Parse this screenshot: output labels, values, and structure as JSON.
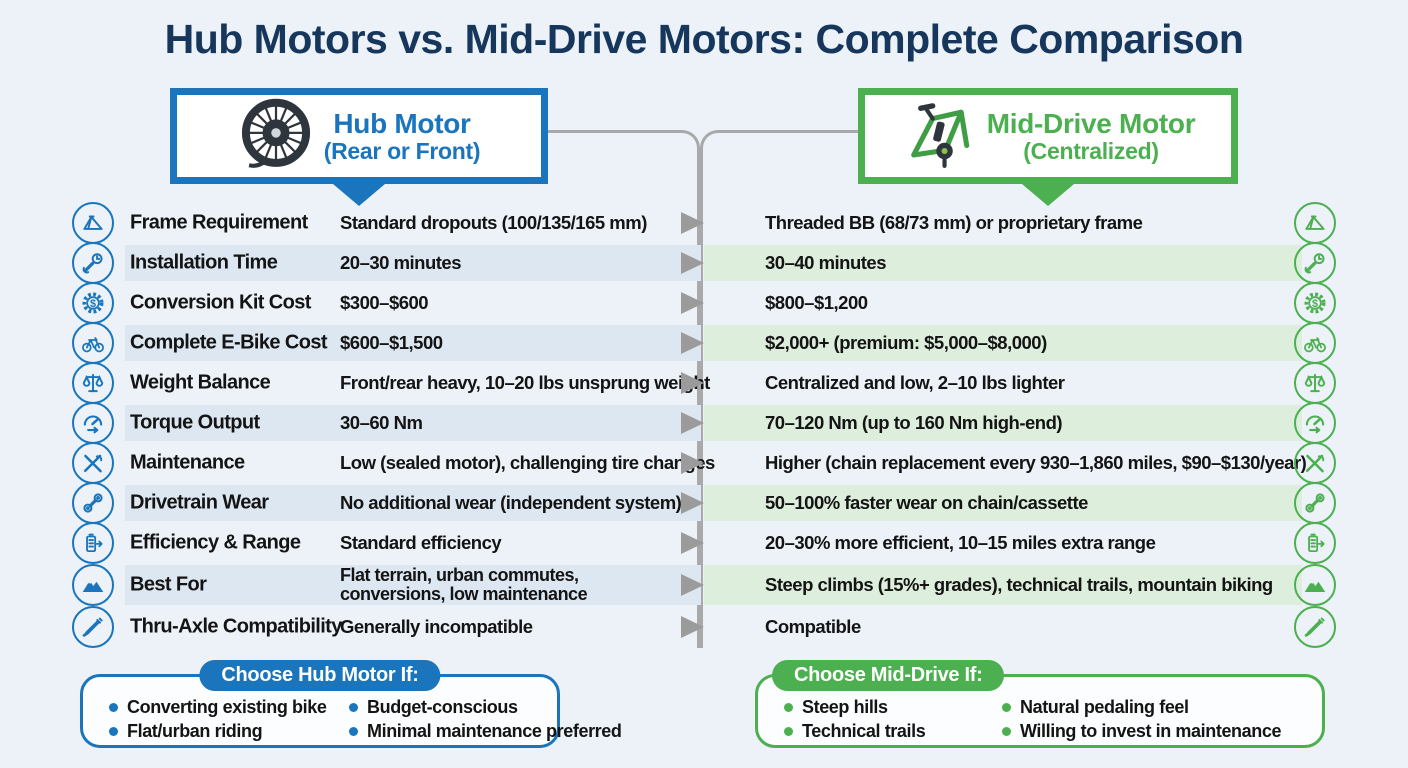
{
  "title": "Hub Motors vs. Mid-Drive Motors: Complete Comparison",
  "columns": {
    "hub": {
      "title": "Hub Motor",
      "subtitle": "(Rear or Front)",
      "icon": "hub-motor-wheel-icon",
      "color": "#1a75bc"
    },
    "mid": {
      "title": "Mid-Drive Motor",
      "subtitle": "(Centralized)",
      "icon": "mid-drive-bike-icon",
      "color": "#4caf50"
    }
  },
  "rows": [
    {
      "icon": "bike-frame-icon",
      "label": "Frame Requirement",
      "hub": "Standard dropouts (100/135/165 mm)",
      "mid": "Threaded BB (68/73 mm) or proprietary frame"
    },
    {
      "icon": "wrench-clock-icon",
      "label": "Installation Time",
      "hub": "20–30 minutes",
      "mid": "30–40 minutes"
    },
    {
      "icon": "gear-dollar-icon",
      "label": "Conversion Kit Cost",
      "hub": "$300–$600",
      "mid": "$800–$1,200"
    },
    {
      "icon": "ebike-icon",
      "label": "Complete E-Bike Cost",
      "hub": "$600–$1,500",
      "mid": "$2,000+ (premium: $5,000–$8,000)"
    },
    {
      "icon": "balance-scale-icon",
      "label": "Weight Balance",
      "hub": "Front/rear heavy, 10–20 lbs unsprung weight",
      "mid": "Centralized and low, 2–10 lbs lighter"
    },
    {
      "icon": "torque-gauge-icon",
      "label": "Torque Output",
      "hub": "30–60 Nm",
      "mid": "70–120 Nm (up to 160 Nm high-end)"
    },
    {
      "icon": "crossed-tools-icon",
      "label": "Maintenance",
      "hub": "Low (sealed motor), challenging tire changes",
      "mid": "Higher (chain replacement every 930–1,860 miles, $90–$130/year)"
    },
    {
      "icon": "chain-link-icon",
      "label": "Drivetrain Wear",
      "hub": "No additional wear (independent system)",
      "mid": "50–100% faster wear on chain/cassette"
    },
    {
      "icon": "battery-range-icon",
      "label": "Efficiency & Range",
      "hub": "Standard efficiency",
      "mid": "20–30% more efficient, 10–15 miles extra range"
    },
    {
      "icon": "mountain-icon",
      "label": "Best For",
      "hub": "Flat terrain, urban commutes, conversions, low maintenance",
      "mid": "Steep climbs (15%+ grades), technical trails, mountain biking",
      "tall": true
    },
    {
      "icon": "thru-axle-icon",
      "label": "Thru-Axle Compatibility",
      "hub": "Generally incompatible",
      "mid": "Compatible"
    }
  ],
  "footers": {
    "hub": {
      "title": "Choose Hub Motor If:",
      "items": [
        "Converting existing bike",
        "Flat/urban riding",
        "Budget-conscious",
        "Minimal maintenance preferred"
      ]
    },
    "mid": {
      "title": "Choose Mid-Drive If:",
      "items": [
        "Steep hills",
        "Technical trails",
        "Natural pedaling feel",
        "Willing to invest in maintenance"
      ]
    }
  },
  "colors": {
    "hub_blue": "#1a75bc",
    "title_navy": "#16365c",
    "mid_green": "#4caf50",
    "stripe_blue": "#dde7f2",
    "stripe_green": "#ddeedd",
    "arrow_gray": "#9b9b9b",
    "line_gray": "#a9a9a9"
  }
}
